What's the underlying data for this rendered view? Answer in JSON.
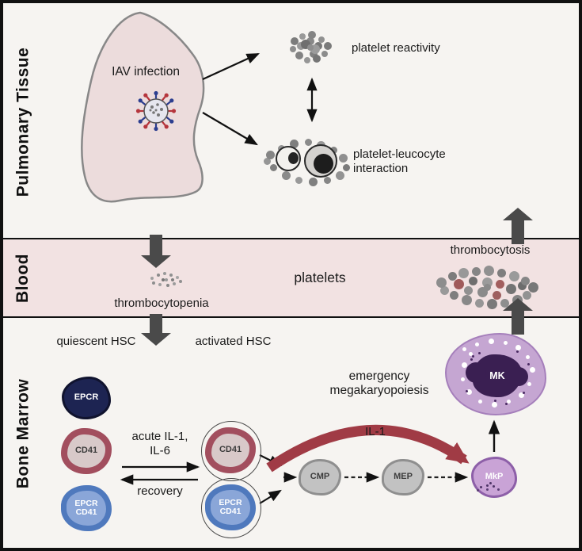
{
  "sections": {
    "pulmonary_label": "Pulmonary Tissue",
    "blood_label": "Blood",
    "bone_marrow_label": "Bone Marrow"
  },
  "pulmonary": {
    "iav_infection": "IAV infection",
    "platelet_reactivity": "platelet reactivity",
    "platelet_leucocyte_interaction": "platelet-leucocyte interaction"
  },
  "blood": {
    "platelets": "platelets",
    "thrombocytopenia": "thrombocytopenia",
    "thrombocytosis": "thrombocytosis"
  },
  "bone_marrow": {
    "quiescent_hsc": "quiescent HSC",
    "activated_hsc": "activated HSC",
    "acute_signals": "acute IL-1, IL-6",
    "recovery": "recovery",
    "emergency_megakaryopoiesis": "emergency megakaryopoiesis",
    "il1": "IL-1"
  },
  "cells": {
    "epcr": "EPCR",
    "cd41": "CD41",
    "epcr_cd41": "EPCR CD41",
    "cmp": "CMP",
    "mep": "MEP",
    "mkp": "MkP",
    "mk": "MK"
  },
  "colors": {
    "background": "#f6f4f1",
    "frame_border": "#111111",
    "blood_band": "#f2e2e2",
    "lung_fill": "#ecdcdc",
    "epcr_cell": "#1d2452",
    "cd41_ring": "#a24e5e",
    "epcr_cd41_ring": "#4f79bd",
    "progenitor_gray": "#c2c2c2",
    "mkp_fill": "#c9a3d6",
    "mk_fill": "#c5a6d2",
    "mk_nucleus": "#3a1f52",
    "emergency_arrow": "#a03b45",
    "flow_arrow": "#4a4a4a",
    "virus_spike_red": "#b5353c",
    "virus_spike_blue": "#2c3e8f"
  }
}
